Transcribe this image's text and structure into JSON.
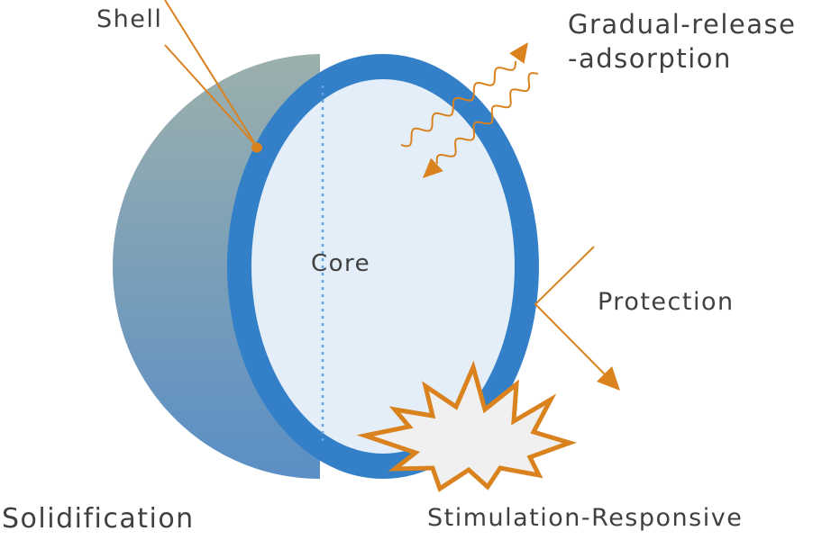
{
  "diagram": {
    "title": "Core-shell microcapsule functions",
    "labels": {
      "shell": "Shell",
      "core": "Core",
      "gradual_release_line1": "Gradual-release",
      "gradual_release_line2": "-adsorption",
      "protection": "Protection",
      "solidification": "Solidification",
      "stimulation_responsive": "Stimulation-Responsive"
    },
    "colors": {
      "sphere_top": "#9cb0ac",
      "sphere_bottom": "#5a8ec5",
      "shell": "#3480c8",
      "core": "#e3eef9",
      "core_axis": "#5fa3e6",
      "accent": "#d9821e",
      "burst_fill": "#f0f0f0",
      "text": "#404040"
    },
    "icons": [
      "pointer-dot-icon",
      "wavy-arrow-out-icon",
      "wavy-arrow-in-icon",
      "deflect-arrow-icon",
      "starburst-icon"
    ]
  }
}
